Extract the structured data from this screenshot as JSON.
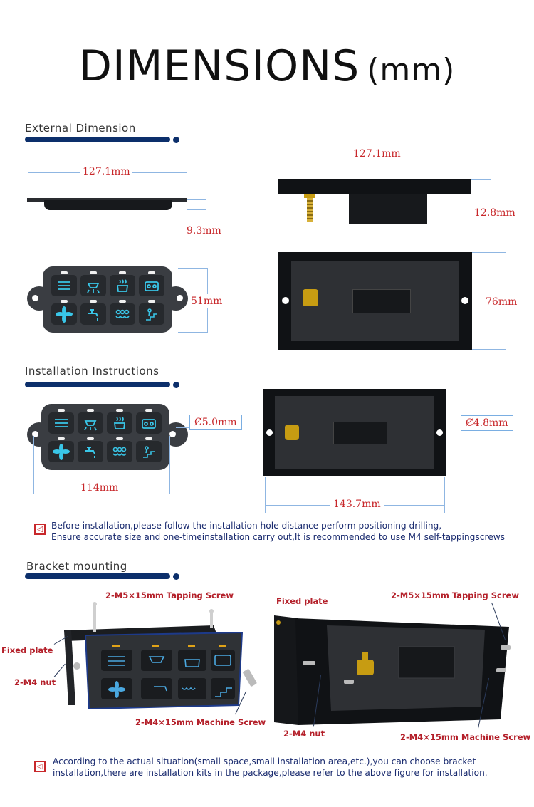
{
  "title": {
    "main": "DIMENSIONS",
    "unit": "(mm)"
  },
  "external": {
    "heading": "External Dimension",
    "side_width": "127.1mm",
    "side_thickness": "9.3mm",
    "front_height": "51mm",
    "back_width": "127.1mm",
    "back_thickness": "12.8mm",
    "back_height": "76mm"
  },
  "installation": {
    "heading": "Installation Instructions",
    "front_hole": "Ȼ5.0mm",
    "front_spacing": "114mm",
    "back_hole": "Ȼ4.8mm",
    "back_spacing": "143.7mm",
    "note_line1": "Before installation,please follow the installation hole distance perform positioning drilling,",
    "note_line2": "Ensure accurate size and one-timeinstallation carry out,It is recommended to use M4 self-tappingscrews"
  },
  "bracket": {
    "heading": "Bracket mounting",
    "left_tapping_screw": "2-M5×15mm Tapping Screw",
    "left_fixed_plate": "Fixed plate",
    "left_nut": "2-M4 nut",
    "left_machine_screw": "2-M4×15mm Machine Screw",
    "right_fixed_plate": "Fixed plate",
    "right_tapping_screw": "2-M5×15mm Tapping Screw",
    "right_nut": "2-M4 nut",
    "right_machine_screw": "2-M4×15mm Machine Screw",
    "note_line1": "According to the actual situation(small space,small installation area,etc.),you can choose bracket",
    "note_line2": "installation,there are installation kits in the package,please refer to the above figure for installation."
  },
  "icons": [
    "lowbeam-icon",
    "dome-light-icon",
    "heater-icon",
    "radio-icon",
    "fan-icon",
    "faucet-icon",
    "seat-heat-icon",
    "step-light-icon"
  ],
  "colors": {
    "accent": "#0c2f6b",
    "dim_red": "#c8282b",
    "icon_cyan": "#39c6e8",
    "label_red": "#b4202a"
  }
}
